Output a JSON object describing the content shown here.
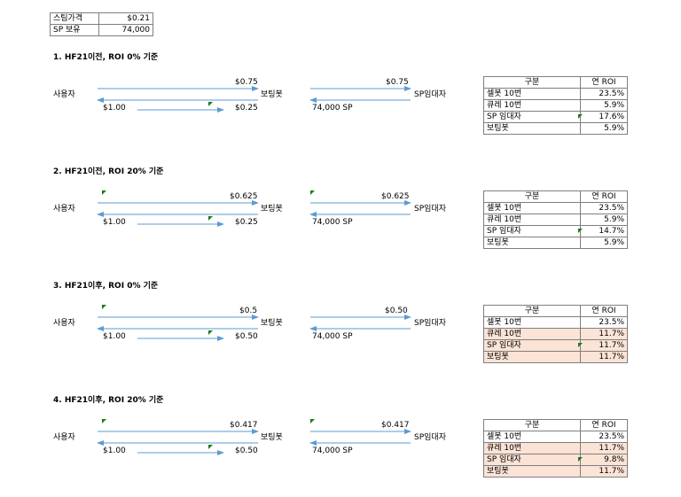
{
  "top_table": {
    "rows": [
      {
        "label": "스팀가격",
        "value": "$0.21"
      },
      {
        "label": "SP 보유",
        "value": "74,000"
      }
    ]
  },
  "sections": [
    {
      "title": "1. HF21이전, ROI 0% 기준",
      "user_label": "사용자",
      "bot_label": "보팅봇",
      "lessor_label": "SP임대자",
      "user_bot_top": "$0.75",
      "user_pay": "$1.00",
      "user_bot_bottom": "$0.25",
      "bot_lessor_top": "$0.75",
      "sp_amount": "74,000 SP",
      "table": {
        "header": [
          "구분",
          "연 ROI"
        ],
        "rows": [
          [
            "셀봇 10번",
            "23.5%"
          ],
          [
            "큐레 10번",
            "5.9%"
          ],
          [
            "SP 임대자",
            "17.6%"
          ],
          [
            "보팅봇",
            "5.9%"
          ]
        ]
      }
    },
    {
      "title": "2. HF21이전, ROI 20% 기준",
      "user_label": "사용자",
      "bot_label": "보팅봇",
      "lessor_label": "SP임대자",
      "user_bot_top": "$0.625",
      "user_pay": "$1.00",
      "user_bot_bottom": "$0.25",
      "bot_lessor_top": "$0.625",
      "sp_amount": "74,000 SP",
      "table": {
        "header": [
          "구분",
          "연 ROI"
        ],
        "rows": [
          [
            "셀봇 10번",
            "23.5%"
          ],
          [
            "큐레 10번",
            "5.9%"
          ],
          [
            "SP 임대자",
            "14.7%"
          ],
          [
            "보팅봇",
            "5.9%"
          ]
        ]
      }
    },
    {
      "title": "3. HF21이후, ROI 0% 기준",
      "user_label": "사용자",
      "bot_label": "보팅봇",
      "lessor_label": "SP임대자",
      "user_bot_top": "$0.5",
      "user_pay": "$1.00",
      "user_bot_bottom": "$0.50",
      "bot_lessor_top": "$0.50",
      "sp_amount": "74,000 SP",
      "table": {
        "header": [
          "구분",
          "연 ROI"
        ],
        "rows": [
          [
            "셀봇 10번",
            "23.5%"
          ],
          [
            "큐레 10번",
            "11.7%"
          ],
          [
            "SP 임대자",
            "11.7%"
          ],
          [
            "보팅봇",
            "11.7%"
          ]
        ]
      }
    },
    {
      "title": "4. HF21이후, ROI 20% 기준",
      "user_label": "사용자",
      "bot_label": "보팅봇",
      "lessor_label": "SP임대자",
      "user_bot_top": "$0.417",
      "user_pay": "$1.00",
      "user_bot_bottom": "$0.50",
      "bot_lessor_top": "$0.417",
      "sp_amount": "74,000 SP",
      "table": {
        "header": [
          "구분",
          "연 ROI"
        ],
        "rows": [
          [
            "셀봇 10번",
            "23.5%"
          ],
          [
            "큐레 10번",
            "11.7%"
          ],
          [
            "SP 임대자",
            "9.8%"
          ],
          [
            "보팅봇",
            "11.7%"
          ]
        ]
      }
    }
  ],
  "colors": {
    "arrow": "#5b9bd5",
    "highlight": "#fbe3d6",
    "comment_mark": "#1a7a1a"
  }
}
